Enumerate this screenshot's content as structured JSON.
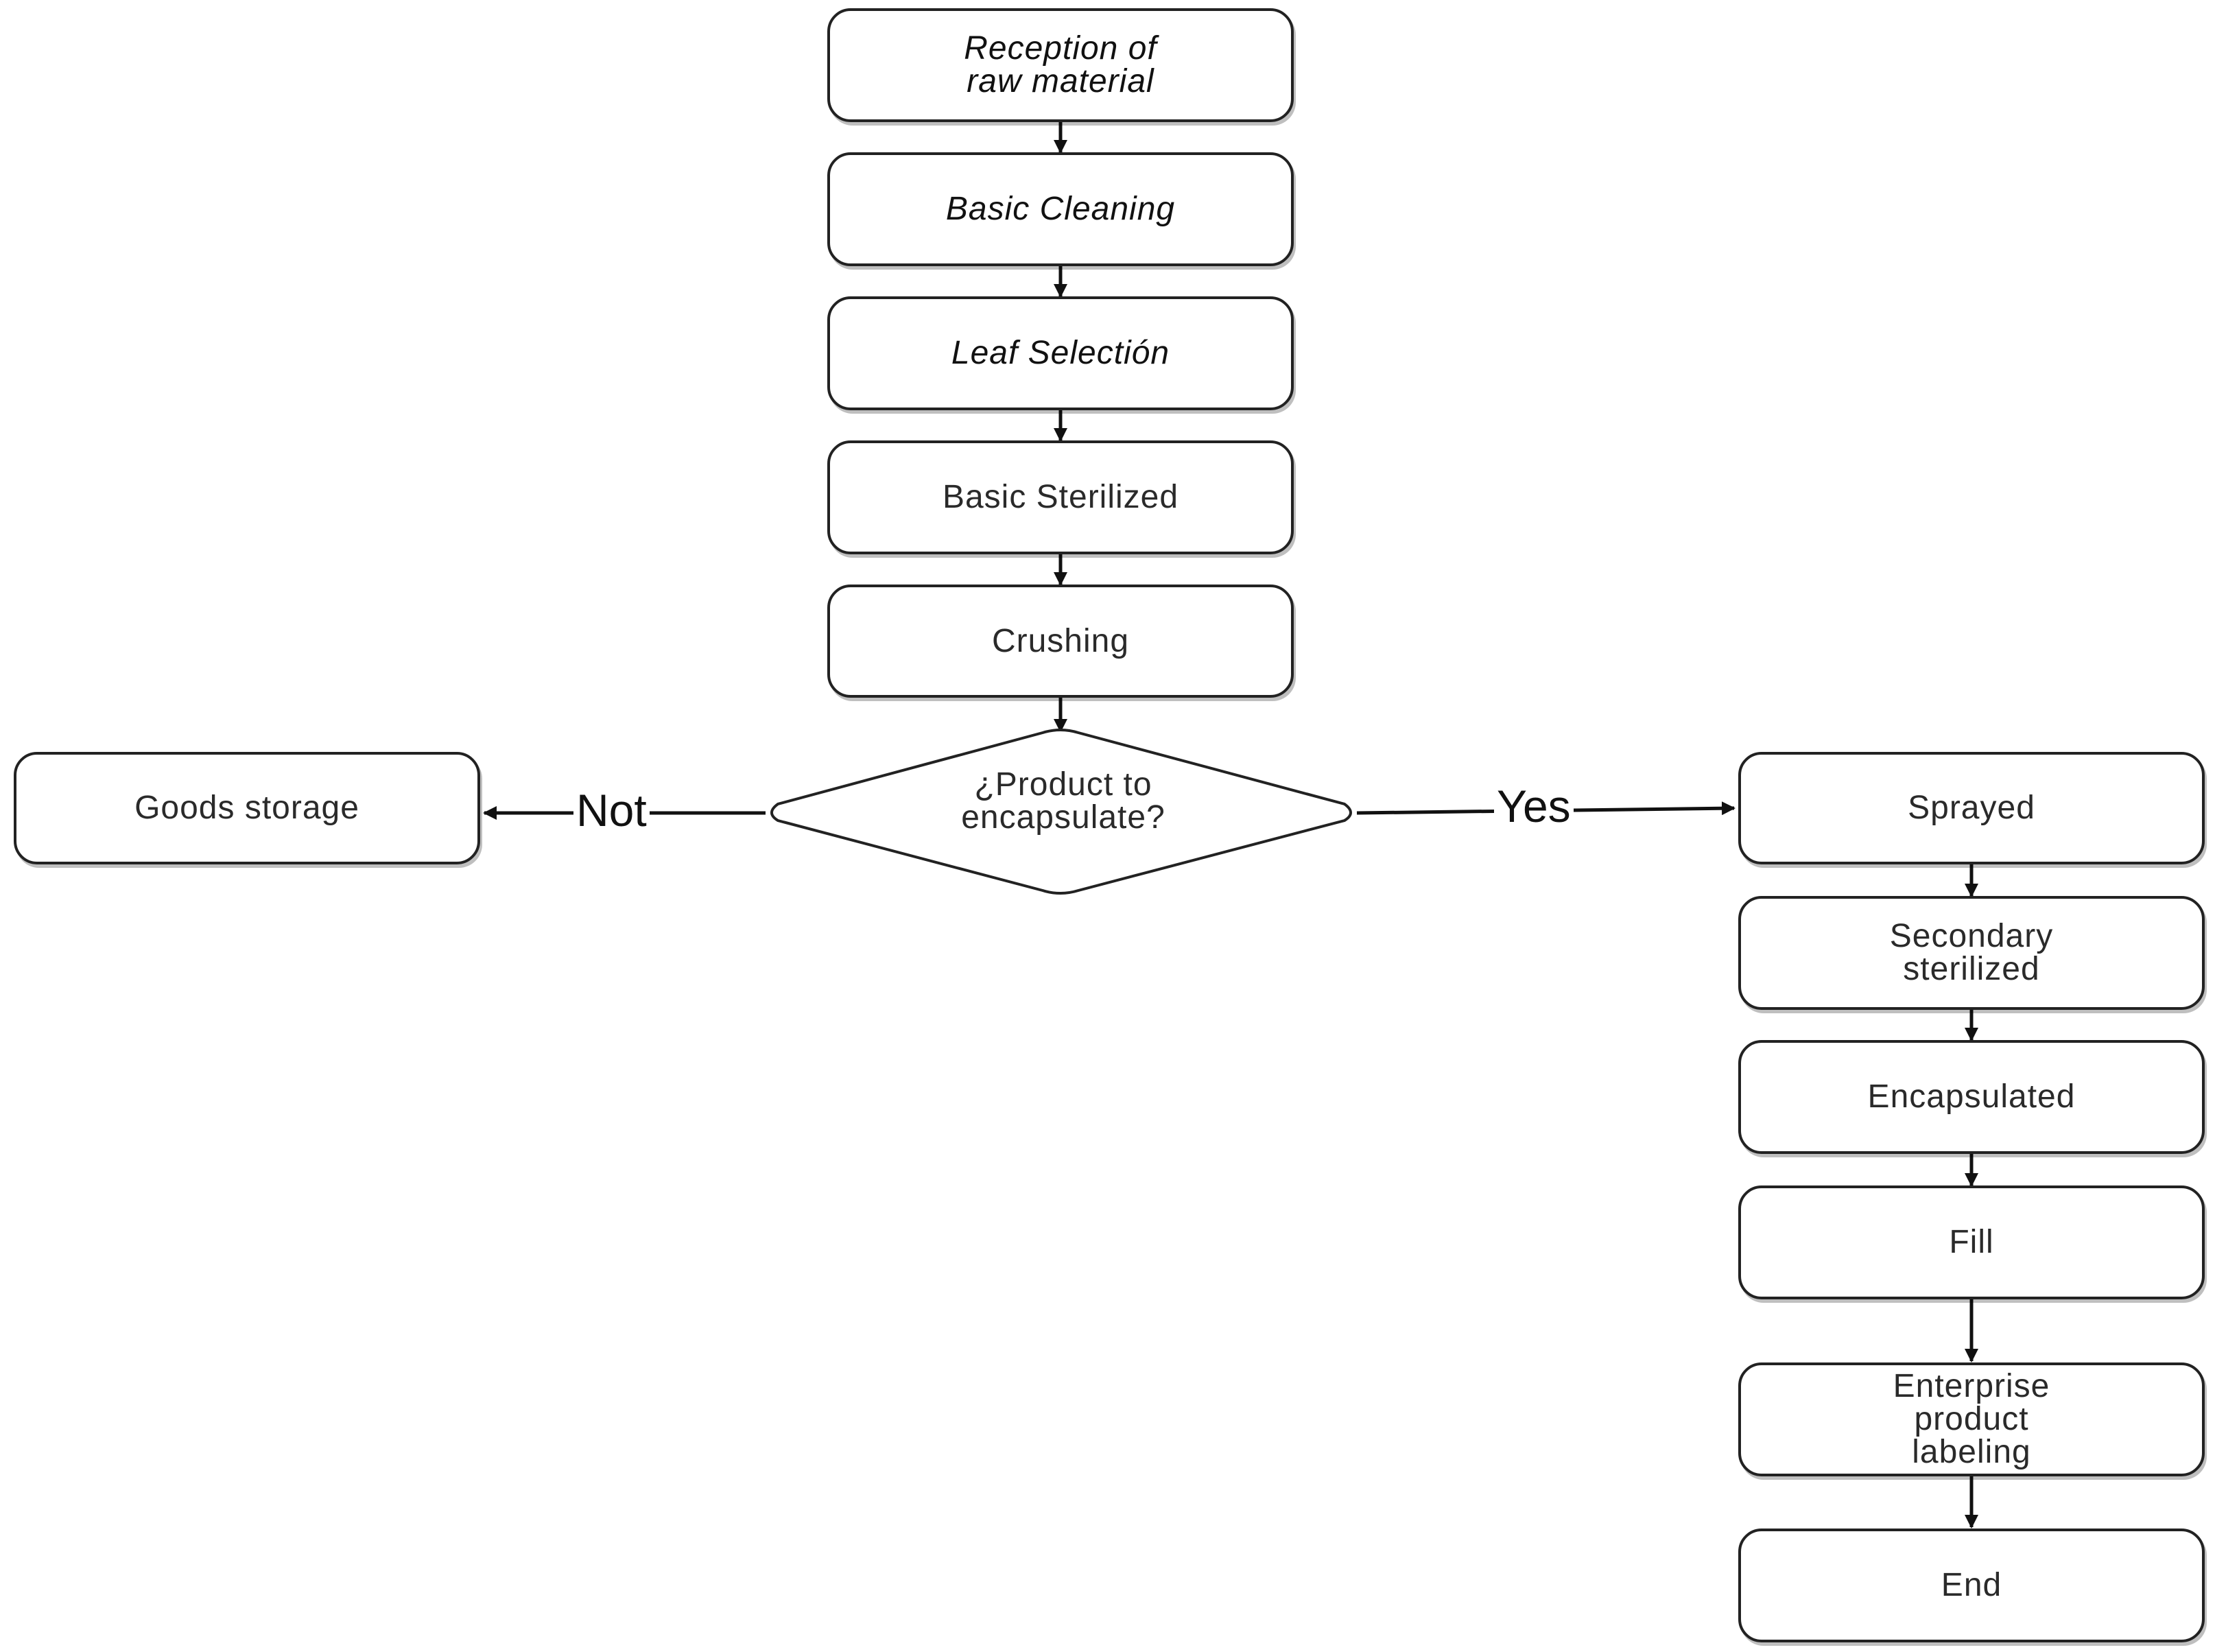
{
  "flowchart": {
    "main_steps": [
      {
        "label": "Reception of\nraw material",
        "style": "italic"
      },
      {
        "label": "Basic Cleaning",
        "style": "italic"
      },
      {
        "label": "Leaf Selectión",
        "style": "italic"
      },
      {
        "label": "Basic Sterilized",
        "style": "normal"
      },
      {
        "label": "Crushing",
        "style": "normal"
      }
    ],
    "decision": {
      "label": "¿Product to\nencapsulate?"
    },
    "no_branch": {
      "edge_label": "Not",
      "target": "Goods storage"
    },
    "yes_branch": {
      "edge_label": "Yes",
      "steps": [
        "Sprayed",
        "Secondary\nsterilized",
        "Encapsulated",
        "Fill",
        "Enterprise\nproduct\nlabeling",
        "End"
      ]
    }
  }
}
